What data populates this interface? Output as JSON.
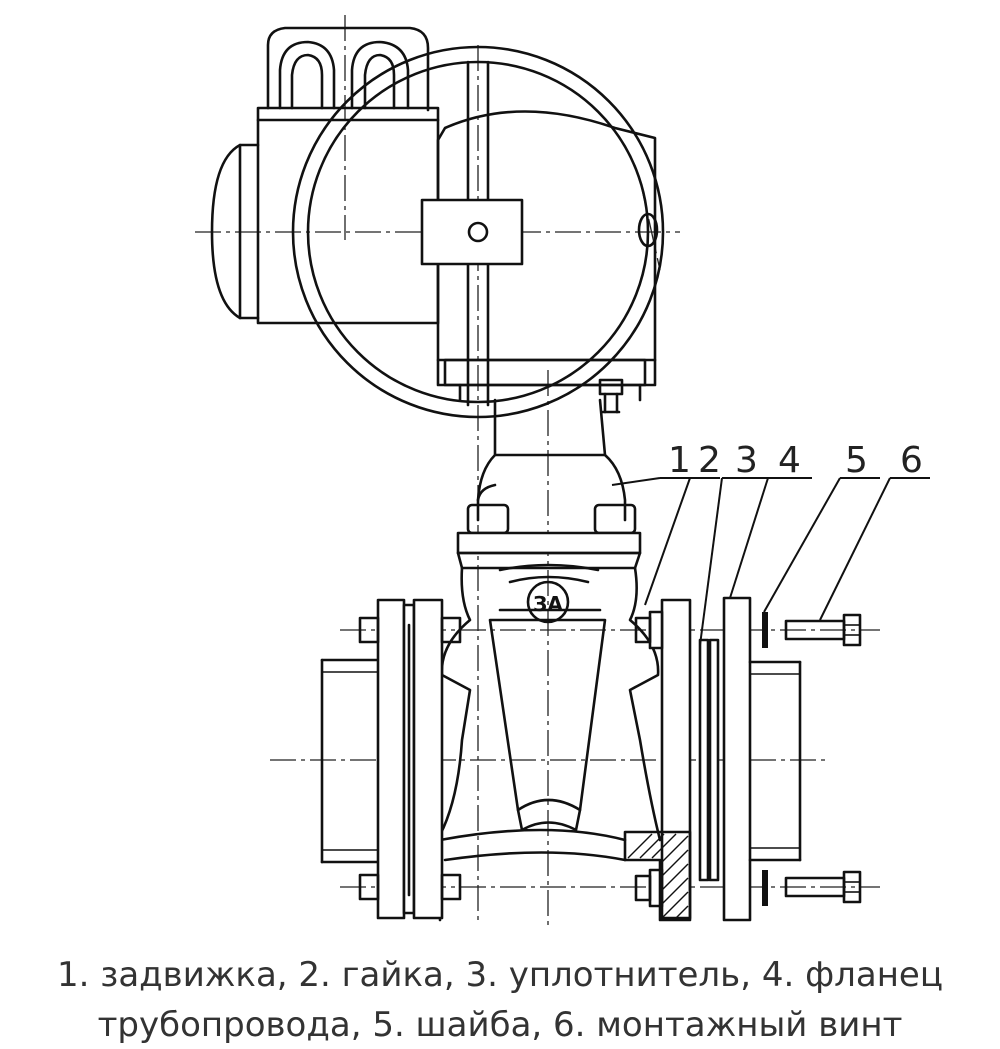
{
  "callouts": [
    {
      "id": "1",
      "text": "1"
    },
    {
      "id": "2",
      "text": "2"
    },
    {
      "id": "3",
      "text": "3"
    },
    {
      "id": "4",
      "text": "4"
    },
    {
      "id": "5",
      "text": "5"
    },
    {
      "id": "6",
      "text": "6"
    }
  ],
  "logo_text": "ЗА",
  "caption": {
    "line1": "1. задвижка, 2. гайка, 3. уплотнитель, 4. фланец",
    "line2": "трубопровода, 5. шайба, 6. монтажный винт"
  }
}
